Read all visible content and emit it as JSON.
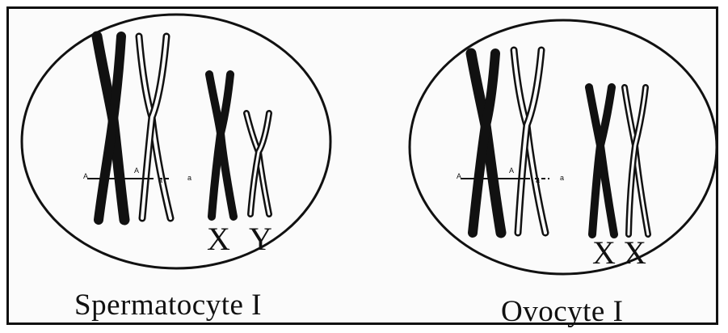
{
  "cells": [
    {
      "caption": "Spermatocyte I",
      "sex_labels": [
        "X",
        "Y"
      ],
      "gene_labels": [
        "A",
        "A",
        "a",
        "a"
      ]
    },
    {
      "caption": "Ovocyte I",
      "sex_labels": [
        "X",
        "X"
      ],
      "gene_labels": [
        "A",
        "A",
        "a",
        "a"
      ]
    }
  ]
}
